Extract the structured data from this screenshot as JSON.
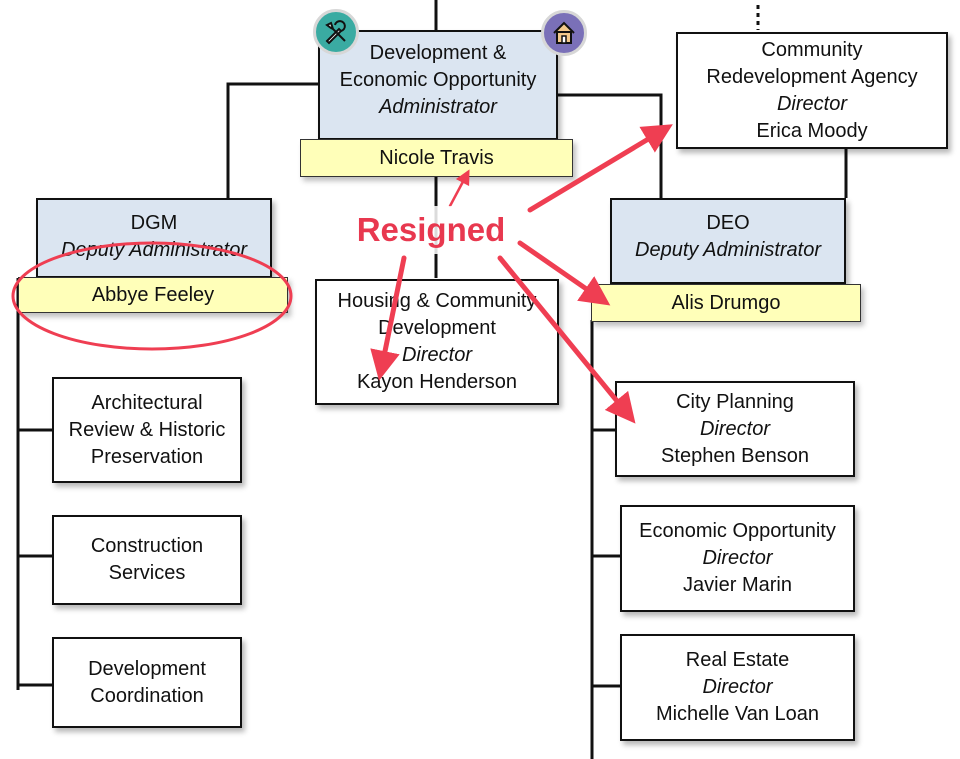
{
  "admin": {
    "line1": "Development &",
    "line2": "Economic Opportunity",
    "title": "Administrator",
    "name": "Nicole Travis"
  },
  "cra": {
    "line1": "Community",
    "line2": "Redevelopment Agency",
    "title": "Director",
    "name": "Erica Moody"
  },
  "dgm": {
    "label": "DGM",
    "title": "Deputy Administrator",
    "name": "Abbye Feeley"
  },
  "deo": {
    "label": "DEO",
    "title": "Deputy Administrator",
    "name": "Alis Drumgo"
  },
  "housing": {
    "line1": "Housing & Community",
    "line2": "Development",
    "title": "Director",
    "name": "Kayon Henderson"
  },
  "arch": {
    "line1": "Architectural",
    "line2": "Review & Historic",
    "line3": "Preservation"
  },
  "construction": {
    "line1": "Construction",
    "line2": "Services"
  },
  "devcoord": {
    "line1": "Development",
    "line2": "Coordination"
  },
  "planning": {
    "line1": "City Planning",
    "title": "Director",
    "name": "Stephen Benson"
  },
  "econ": {
    "line1": "Economic Opportunity",
    "title": "Director",
    "name": "Javier Marin"
  },
  "realestate": {
    "line1": "Real Estate",
    "title": "Director",
    "name": "Michelle Van Loan"
  },
  "annotation": {
    "label": "Resigned",
    "color": "#e8384f"
  },
  "icons": {
    "left": "tools-icon",
    "right": "house-icon"
  },
  "colors": {
    "exec_fill": "#dbe5f1",
    "name_fill": "#ffffb9"
  }
}
